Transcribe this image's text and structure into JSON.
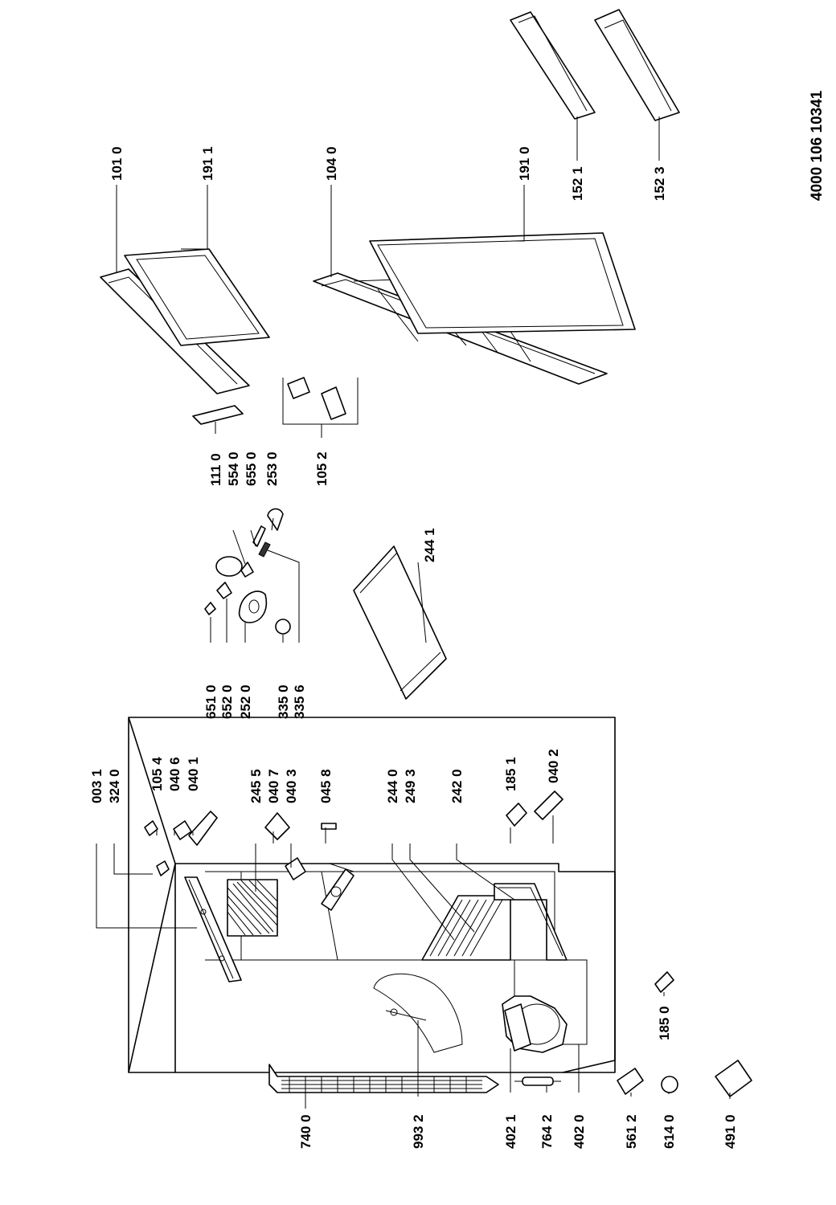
{
  "document_number": "4000  106 10341",
  "labels": {
    "p0031": "003 1",
    "p3240": "324 0",
    "p1054": "105 4",
    "p0406": "040 6",
    "p0401": "040 1",
    "p2455": "245 5",
    "p0407": "040 7",
    "p0403": "040 3",
    "p0458": "045 8",
    "p2440": "244 0",
    "p2493": "249 3",
    "p2420": "242 0",
    "p1851": "185 1",
    "p0402": "040 2",
    "p6510": "651 0",
    "p6520": "652 0",
    "p2520": "252 0",
    "p3350": "335 0",
    "p3356": "335 6",
    "p1110": "111 0",
    "p5540": "554 0",
    "p6550": "655 0",
    "p2530": "253 0",
    "p1052": "105 2",
    "p2441": "244 1",
    "p1010": "101 0",
    "p1911": "191 1",
    "p1040": "104 0",
    "p1910": "191 0",
    "p1521": "152 1",
    "p1523": "152 3",
    "p7400": "740 0",
    "p9932": "993 2",
    "p4021": "402 1",
    "p7642": "764 2",
    "p4020": "402 0",
    "p5612": "561 2",
    "p6140": "614 0",
    "p4910": "491 0",
    "p1850": "185 0"
  }
}
